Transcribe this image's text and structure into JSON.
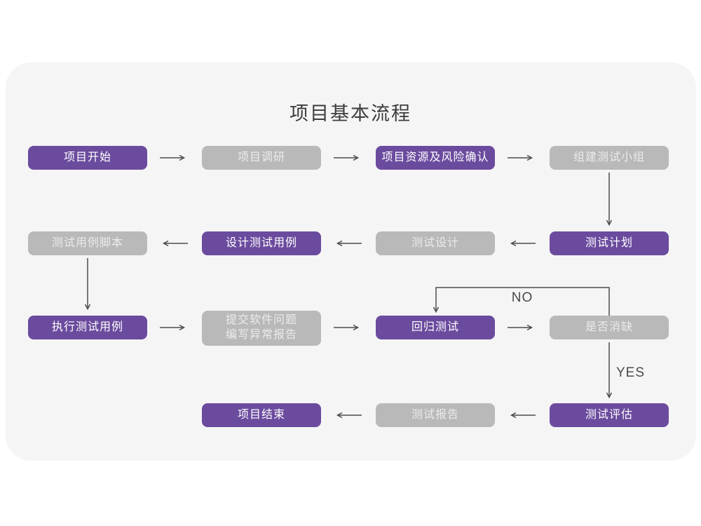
{
  "title": "项目基本流程",
  "colors": {
    "node_primary": "#6b4b9e",
    "node_secondary": "#b9b9b9",
    "card_background": "#f5f5f6",
    "arrow": "#4d4d4d",
    "title_text": "#3c3c3c"
  },
  "nodes": {
    "project_start": {
      "label": "项目开始",
      "type": "primary"
    },
    "project_research": {
      "label": "项目调研",
      "type": "secondary"
    },
    "resource_risk": {
      "label": "项目资源及风险确认",
      "type": "primary"
    },
    "build_test_team": {
      "label": "组建测试小组",
      "type": "secondary"
    },
    "test_case_script": {
      "label": "测试用例脚本",
      "type": "secondary"
    },
    "design_test_case": {
      "label": "设计测试用例",
      "type": "primary"
    },
    "test_design": {
      "label": "测试设计",
      "type": "secondary"
    },
    "test_plan": {
      "label": "测试计划",
      "type": "primary"
    },
    "execute_test_case": {
      "label": "执行测试用例",
      "type": "primary"
    },
    "submit_issue": {
      "line1": "提交软件问题",
      "line2": "编写异常报告",
      "type": "secondary"
    },
    "regression_test": {
      "label": "回归测试",
      "type": "primary"
    },
    "defect_cleared": {
      "label": "是否消缺",
      "type": "secondary"
    },
    "test_evaluation": {
      "label": "测试评估",
      "type": "primary"
    },
    "test_report": {
      "label": "测试报告",
      "type": "secondary"
    },
    "project_end": {
      "label": "项目结束",
      "type": "primary"
    }
  },
  "branch_labels": {
    "no": "NO",
    "yes": "YES"
  }
}
